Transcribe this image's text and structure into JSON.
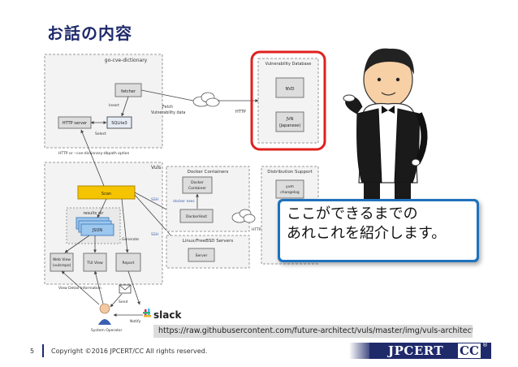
{
  "slide": {
    "title": "お話の内容",
    "speech_lines": [
      "ここができるまでの",
      "あれこれを紹介します。"
    ],
    "url": "https://raw.githubusercontent.com/future-architect/vuls/master/img/vuls-architecture.png",
    "page_number": "5",
    "copyright": "Copyright ©2016 JPCERT/CC All rights reserved.",
    "logo_text": "JPCERT",
    "logo_cc": "CC",
    "logo_mark": "®"
  },
  "diagram": {
    "go_cve_dictionary": "go-cve-dictionary",
    "fetcher": "fetcher",
    "insert": "Insert",
    "sqlite3": "SQLite3",
    "http_server": "HTTP server",
    "select": "Select",
    "fetch_label": [
      "Fetch",
      "Vulnerability data"
    ],
    "http": "HTTP",
    "http_option": "HTTP or --cve-dictionary-dbpath option",
    "vuln_db": "Vulnerability Database",
    "nvd": "NVD",
    "jvn": [
      "JVN",
      "(Japanese)"
    ],
    "vuls": "Vuls",
    "scan": "Scan",
    "ssh": "SSH",
    "docker_containers": "Docker Containers",
    "docker_container": [
      "Docker",
      "Container"
    ],
    "docker_exec": "docker exec",
    "docker_host": "DockerHost",
    "linux_servers": "Linux/FreeBSD Servers",
    "server": "Server",
    "distribution_support": "Distribution Support",
    "yum_changelog": [
      "yum",
      "changelog"
    ],
    "results_dir": "results dir",
    "json": "JSON",
    "generate": "Generate",
    "web_view": [
      "Web View",
      "(vulsrepo)"
    ],
    "tui_view": "TUI View",
    "report": "Report",
    "view_detail": "View Detail Information",
    "send": "Send",
    "notify": "Notify",
    "system_operator": "System Operator",
    "slack": "slack"
  },
  "colors": {
    "title": "#1f2a6b",
    "highlight": "#e0201c",
    "scan": "#f5c400",
    "speech_border": "#1e72bd"
  },
  "icons": [
    "butler-illustration",
    "cloud-icon",
    "envelope-icon",
    "person-icon",
    "slack-icon"
  ]
}
